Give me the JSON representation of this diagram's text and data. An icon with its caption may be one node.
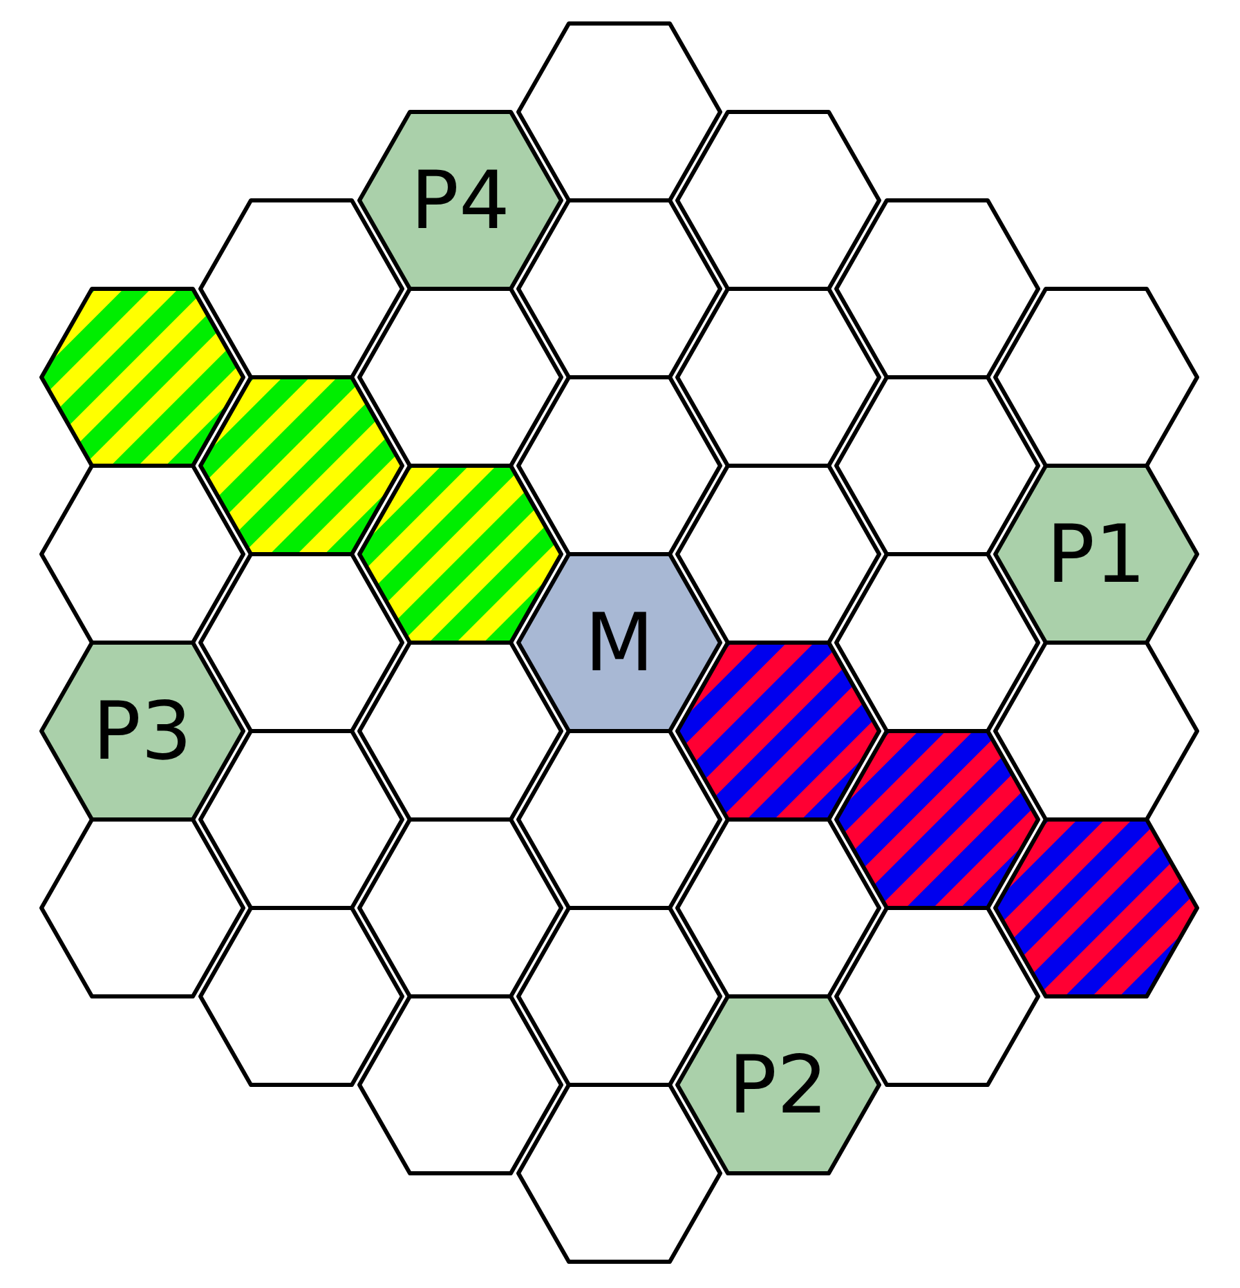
{
  "diagram": {
    "nodes": [
      {
        "text": [],
        "shape": "hexagon"
      },
      {
        "text": [
          "P4"
        ]
      },
      {
        "text": [],
        "shape": "hexagon"
      },
      {
        "text": [],
        "shape": "hexagon"
      },
      {
        "text": [],
        "shape": "hexagon"
      },
      {
        "text": [],
        "shape": "hexagon"
      },
      {
        "text": [],
        "shape": "hexagon"
      },
      {
        "text": [],
        "shape": "hexagon"
      },
      {
        "text": [],
        "shape": "hexagon"
      },
      {
        "text": [],
        "shape": "hexagon"
      },
      {
        "text": [],
        "shape": "hexagon"
      },
      {
        "text": [],
        "shape": "hexagon"
      },
      {
        "text": [],
        "shape": "hexagon"
      },
      {
        "text": [],
        "shape": "hexagon"
      },
      {
        "text": [],
        "shape": "hexagon"
      },
      {
        "text": [],
        "shape": "hexagon"
      },
      {
        "text": [
          "P1"
        ]
      },
      {
        "text": [],
        "shape": "hexagon"
      },
      {
        "text": [
          "M"
        ]
      },
      {
        "text": [],
        "shape": "hexagon"
      },
      {
        "text": [
          "P3"
        ]
      },
      {
        "text": [],
        "shape": "hexagon"
      },
      {
        "text": [],
        "shape": "hexagon"
      },
      {
        "text": [],
        "shape": "hexagon"
      },
      {
        "text": [],
        "shape": "hexagon"
      },
      {
        "text": [],
        "shape": "hexagon"
      },
      {
        "text": [],
        "shape": "hexagon"
      },
      {
        "text": [],
        "shape": "hexagon"
      },
      {
        "text": [],
        "shape": "hexagon"
      },
      {
        "text": [],
        "shape": "hexagon"
      },
      {
        "text": [],
        "shape": "hexagon"
      },
      {
        "text": [],
        "shape": "hexagon"
      },
      {
        "text": [],
        "shape": "hexagon"
      },
      {
        "text": [],
        "shape": "hexagon"
      },
      {
        "text": [],
        "shape": "hexagon"
      },
      {
        "text": [
          "P2"
        ]
      },
      {
        "text": [],
        "shape": "hexagon"
      }
    ]
  }
}
